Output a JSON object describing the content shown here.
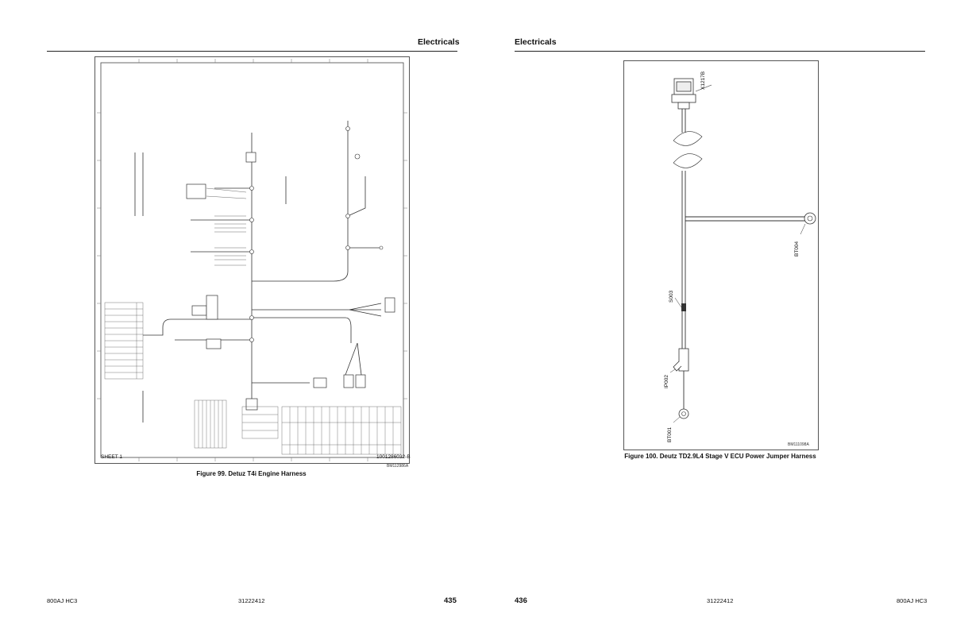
{
  "left_page": {
    "section_title": "Electricals",
    "figure": {
      "sheet_label": "SHEET 1",
      "drawing_number": "1001286032-B",
      "image_ref": "BM112986A",
      "caption": "Figure 99. Detuz T4i Engine Harness"
    },
    "footer": {
      "model": "800AJ HC3",
      "doc_number": "31222412",
      "page_number": "435"
    }
  },
  "right_page": {
    "section_title": "Electricals",
    "figure": {
      "labels": {
        "connector": "X1217B",
        "ring_terminal": "BT004",
        "splice": "S003",
        "fuse_holder": "IP002",
        "ground_terminal": "BT001"
      },
      "image_ref": "BM111098A",
      "caption": "Figure 100. Deutz TD2.9L4 Stage V ECU Power Jumper Harness"
    },
    "footer": {
      "page_number": "436",
      "doc_number": "31222412",
      "model": "800AJ HC3"
    }
  }
}
